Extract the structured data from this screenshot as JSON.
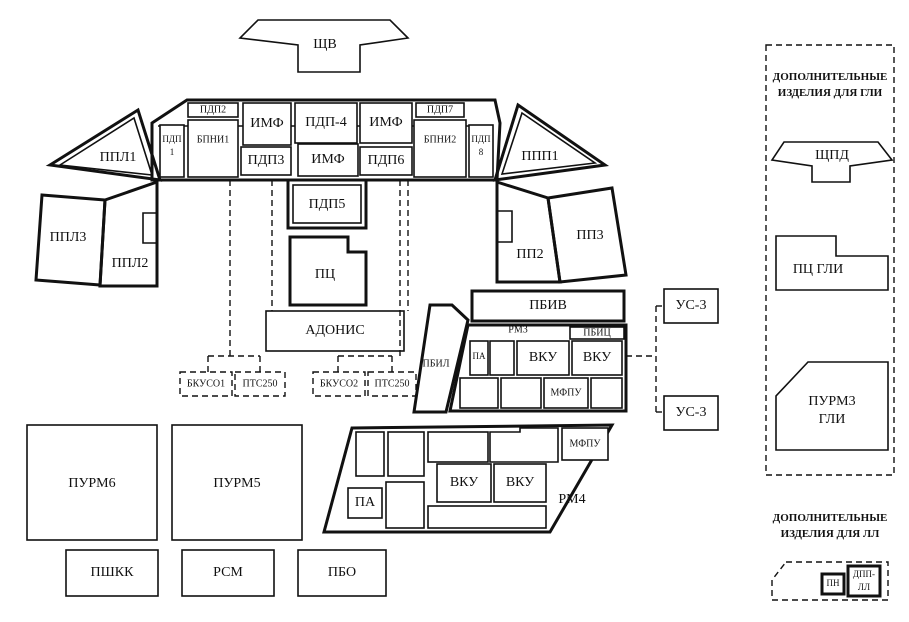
{
  "labels": {
    "shchv": "ЩВ",
    "pdp2": "ПДП2",
    "pdp7": "ПДП7",
    "imf_l": "ИМФ",
    "pdp4": "ПДП-4",
    "imf_r": "ИМФ",
    "pdp1_a": "ПДП",
    "pdp1_b": "1",
    "bpni1": "БПНИ1",
    "pdp3": "ПДП3",
    "imf_c": "ИМФ",
    "pdp6": "ПДП6",
    "bpni2": "БПНИ2",
    "pdp8_a": "ПДП",
    "pdp8_b": "8",
    "ppl1": "ППЛ1",
    "ppl3": "ППЛ3",
    "ppl2": "ППЛ2",
    "ppp1": "ППП1",
    "pp3": "ПП3",
    "pp2": "ПП2",
    "pdp5": "ПДП5",
    "pc": "ПЦ",
    "adonis": "АДОНИС",
    "bkuso1": "БКУСО1",
    "pts250_l": "ПТС250",
    "bkuso2": "БКУСО2",
    "pts250_r": "ПТС250",
    "pbiv": "ПБИВ",
    "rm3": "РМ3",
    "pbic": "ПБИЦ",
    "pbil": "ПБИЛ",
    "pa_top": "ПА",
    "vku_1": "ВКУ",
    "vku_2": "ВКУ",
    "mfpu_1": "МФПУ",
    "us3_top": "УС-3",
    "us3_bot": "УС-3",
    "mfpu_2": "МФПУ",
    "vku_3": "ВКУ",
    "vku_4": "ВКУ",
    "pa_bot": "ПА",
    "rm4": "РМ4",
    "purm6": "ПУРМ6",
    "purm5": "ПУРМ5",
    "pshkk": "ПШКК",
    "rsm": "РСМ",
    "pbo": "ПБО",
    "gli_heading_1": "ДОПОЛНИТЕЛЬНЫЕ",
    "gli_heading_2": "ИЗДЕЛИЯ ДЛЯ ГЛИ",
    "shchpd": "ЩПД",
    "pc_gli": "ПЦ ГЛИ",
    "purm3_gli_1": "ПУРМ3",
    "purm3_gli_2": "ГЛИ",
    "ll_heading_1": "ДОПОЛНИТЕЛЬНЫЕ",
    "ll_heading_2": "ИЗДЕЛИЯ ДЛЯ ЛЛ",
    "pn": "ПН",
    "dpp_ll_1": "ДПП-",
    "dpp_ll_2": "ЛЛ"
  }
}
